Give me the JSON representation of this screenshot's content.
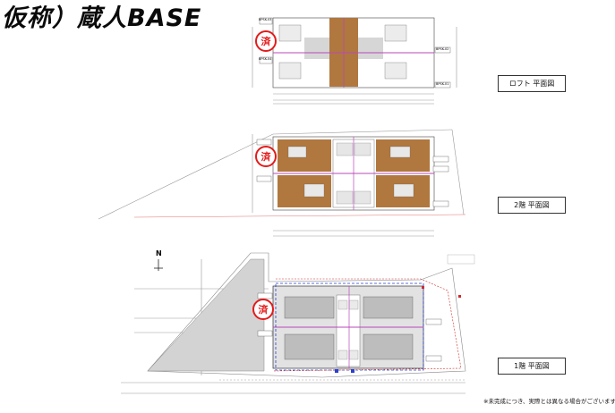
{
  "title": "仮称）蔵人BASE",
  "floors": {
    "loft": {
      "label": "ロフト 平面図"
    },
    "second": {
      "label": "2階 平面図"
    },
    "first": {
      "label": "1階 平面図"
    }
  },
  "stamp_text": "済",
  "north_label": "N",
  "footer_note": "※未完成につき、実際とは異なる場合がございます。",
  "unit_labels": [
    "BPSK-03",
    "BPSK-04",
    "BPSK-02",
    "BPSK-01"
  ]
}
